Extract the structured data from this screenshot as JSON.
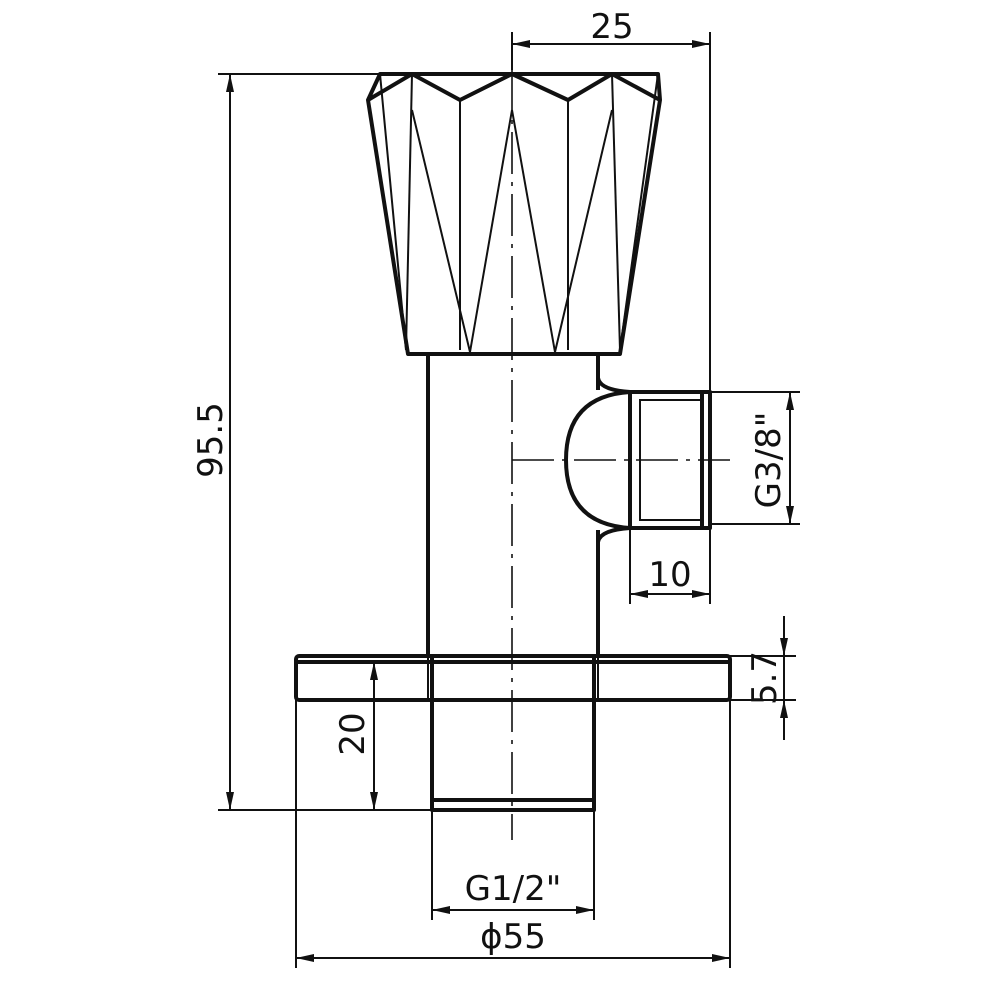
{
  "drawing": {
    "dimensions": {
      "outlet_offset": "25",
      "overall_height": "95.5",
      "outlet_thread": "G3/8\"",
      "outlet_length": "10",
      "flange_thickness": "5.7",
      "inlet_thread_length": "20",
      "inlet_thread": "G1/2\"",
      "flange_diameter": "ϕ55"
    }
  }
}
